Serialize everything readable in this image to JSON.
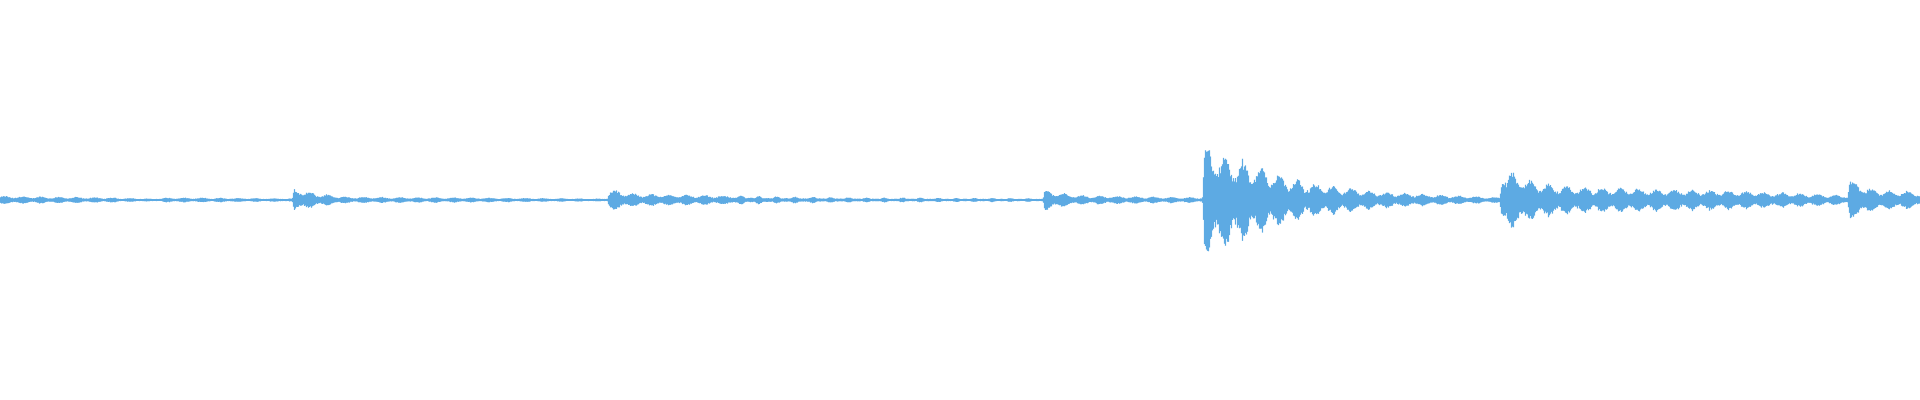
{
  "waveform": {
    "color": "#5DAAE3",
    "background": "#FFFFFF",
    "envelope_points": [
      [
        0.0,
        0.075
      ],
      [
        0.06,
        0.045
      ],
      [
        0.083,
        0.02
      ],
      [
        0.085,
        0.045
      ],
      [
        0.12,
        0.04
      ],
      [
        0.152,
        0.03
      ],
      [
        0.153,
        0.23
      ],
      [
        0.16,
        0.15
      ],
      [
        0.18,
        0.06
      ],
      [
        0.25,
        0.045
      ],
      [
        0.316,
        0.025
      ],
      [
        0.317,
        0.2
      ],
      [
        0.33,
        0.12
      ],
      [
        0.38,
        0.08
      ],
      [
        0.4,
        0.06
      ],
      [
        0.45,
        0.04
      ],
      [
        0.5,
        0.035
      ],
      [
        0.543,
        0.03
      ],
      [
        0.544,
        0.2
      ],
      [
        0.56,
        0.09
      ],
      [
        0.6,
        0.06
      ],
      [
        0.626,
        0.05
      ],
      [
        0.627,
        1.0
      ],
      [
        0.65,
        0.7
      ],
      [
        0.68,
        0.32
      ],
      [
        0.72,
        0.15
      ],
      [
        0.76,
        0.08
      ],
      [
        0.781,
        0.05
      ],
      [
        0.782,
        0.6
      ],
      [
        0.8,
        0.33
      ],
      [
        0.82,
        0.25
      ],
      [
        0.85,
        0.22
      ],
      [
        0.9,
        0.18
      ],
      [
        0.962,
        0.09
      ],
      [
        0.963,
        0.4
      ],
      [
        0.975,
        0.2
      ],
      [
        1.0,
        0.15
      ]
    ]
  }
}
